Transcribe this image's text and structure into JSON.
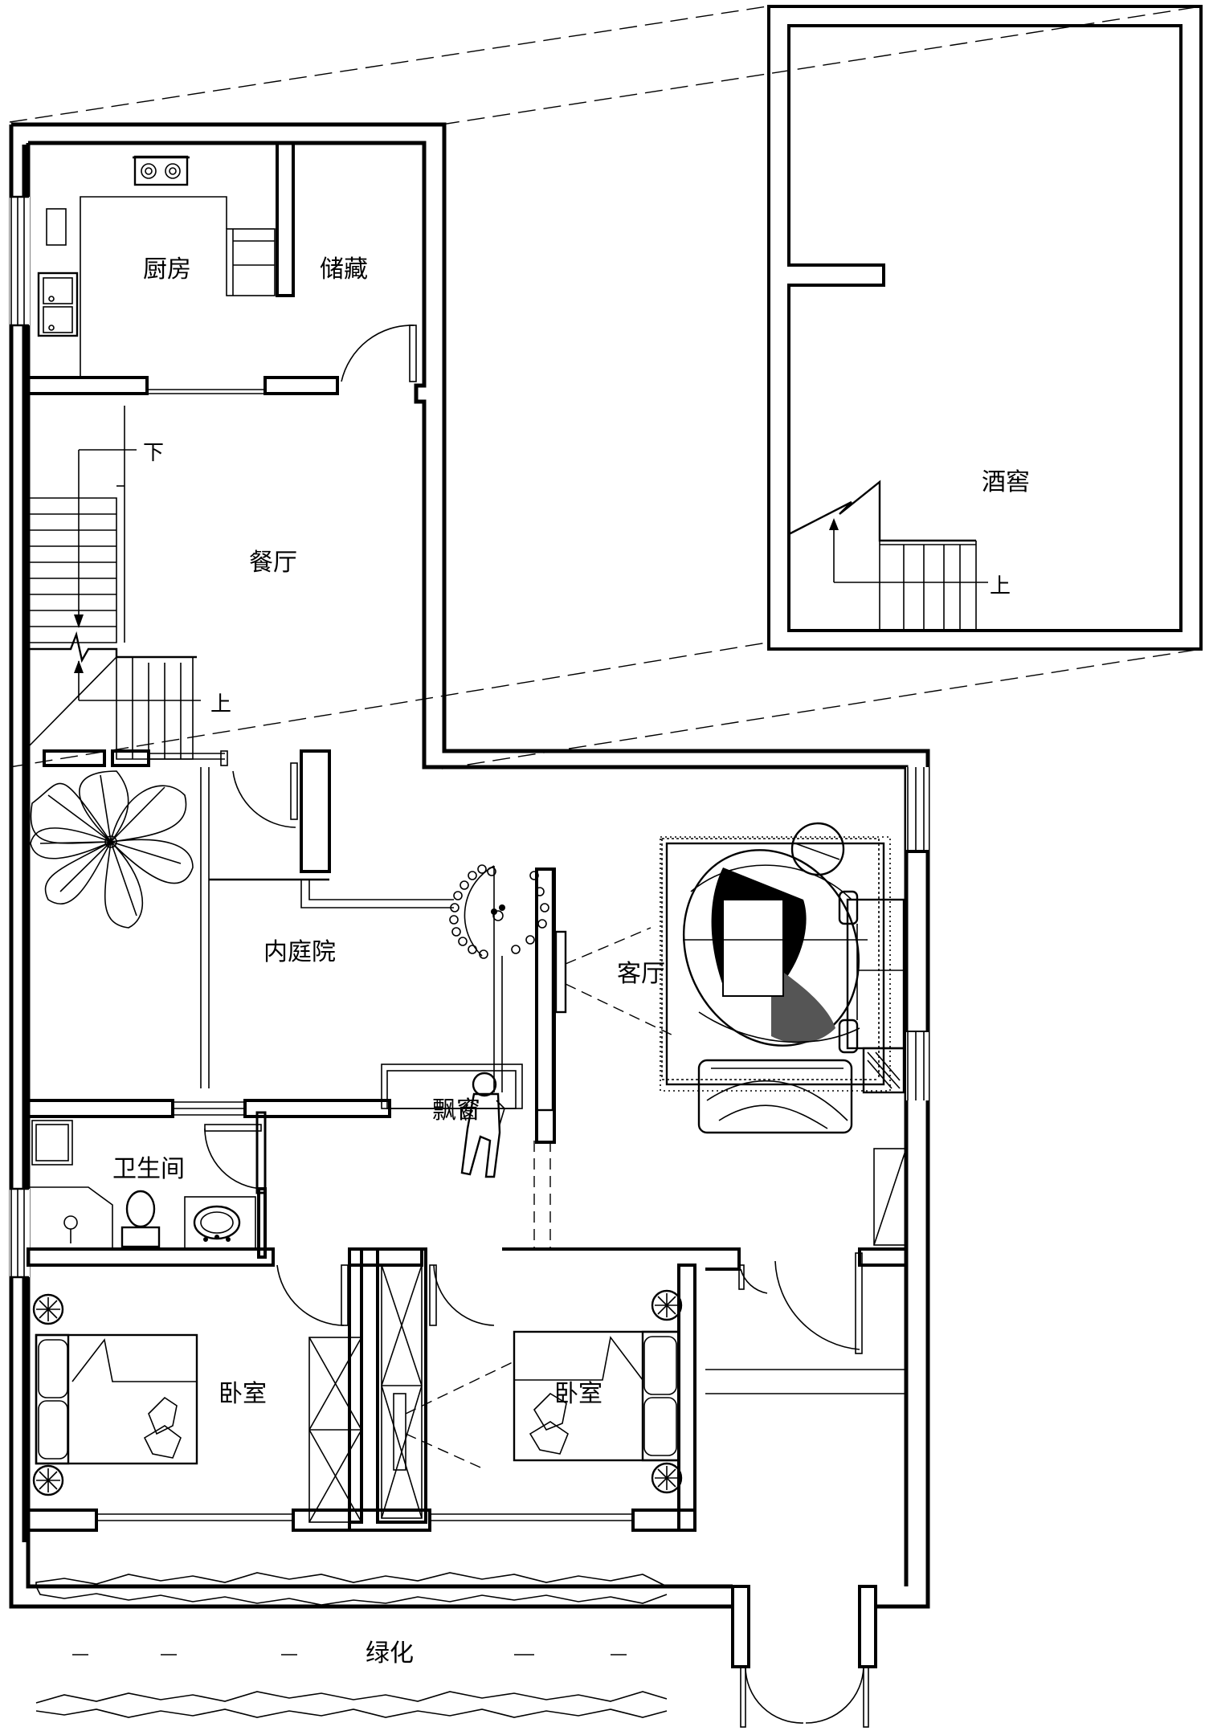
{
  "rooms": {
    "kitchen": "厨房",
    "storage": "储藏",
    "dining": "餐厅",
    "courtyard": "内庭院",
    "living": "客厅",
    "bay_window": "飘窗",
    "bathroom": "卫生间",
    "bedroom_left": "卧室",
    "bedroom_right": "卧室",
    "greenery": "绿化",
    "wine_cellar": "酒窖"
  },
  "stairs": {
    "down": "下",
    "up": "上",
    "cellar_up": "上"
  },
  "colors": {
    "line": "#000000",
    "background": "#ffffff"
  }
}
